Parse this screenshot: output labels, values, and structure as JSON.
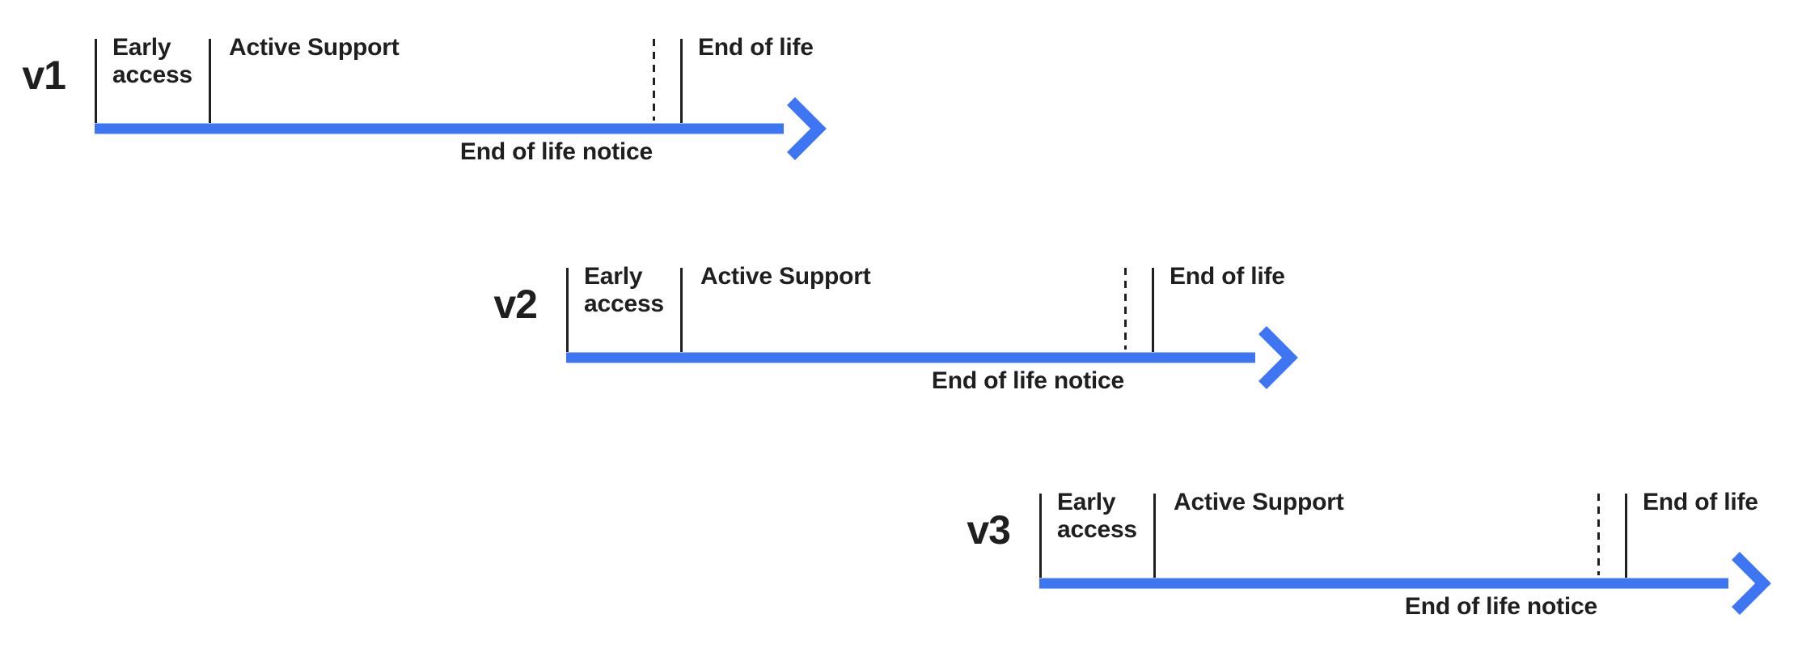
{
  "colors": {
    "arrow_blue": "#3e75f3",
    "ink": "#1f1f1f"
  },
  "timelines": [
    {
      "version": "v1",
      "phase_early": "Early access",
      "phase_active": "Active Support",
      "phase_end": "End of life",
      "notice": "End of life notice"
    },
    {
      "version": "v2",
      "phase_early": "Early access",
      "phase_active": "Active Support",
      "phase_end": "End of life",
      "notice": "End of life notice"
    },
    {
      "version": "v3",
      "phase_early": "Early access",
      "phase_active": "Active Support",
      "phase_end": "End of life",
      "notice": "End of life notice"
    }
  ]
}
